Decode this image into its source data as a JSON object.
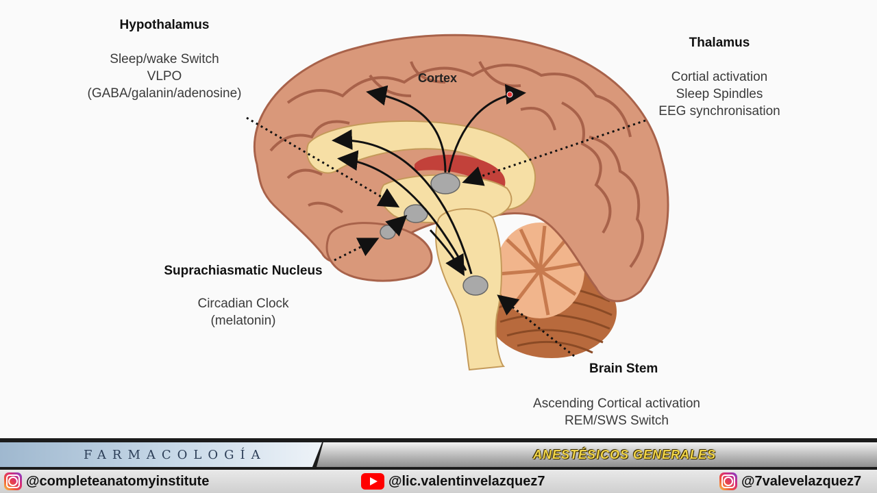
{
  "diagram": {
    "hypothalamus": {
      "title": "Hypothalamus",
      "lines": [
        "Sleep/wake Switch",
        "VLPO",
        "(GABA/galanin/adenosine)"
      ]
    },
    "thalamus": {
      "title": "Thalamus",
      "lines": [
        "Cortial activation",
        "Sleep Spindles",
        "EEG synchronisation"
      ]
    },
    "cortex": {
      "title": "Cortex"
    },
    "scn": {
      "title": "Suprachiasmatic Nucleus",
      "lines": [
        "Circadian Clock",
        "(melatonin)"
      ]
    },
    "brainstem": {
      "title": "Brain Stem",
      "lines": [
        "Ascending Cortical activation",
        "REM/SWS Switch"
      ]
    }
  },
  "banner": {
    "left_title": "FARMACOLOGÍA",
    "right_title": "ANESTÉSICOS GENERALES",
    "handles": [
      {
        "platform": "instagram-icon",
        "text": "@completeanatomyinstitute"
      },
      {
        "platform": "youtube-icon",
        "text": "@lic.valentinvelazquez7"
      },
      {
        "platform": "instagram-icon",
        "text": "@7valevelazquez7"
      }
    ]
  },
  "colors": {
    "brain": "#d9987a",
    "brain_dark": "#a8624a",
    "inner": "#f6dfa5",
    "thalamus_red": "#c2413a",
    "cerebellum": "#b86a3d",
    "nucleus": "#a9a9a9"
  }
}
